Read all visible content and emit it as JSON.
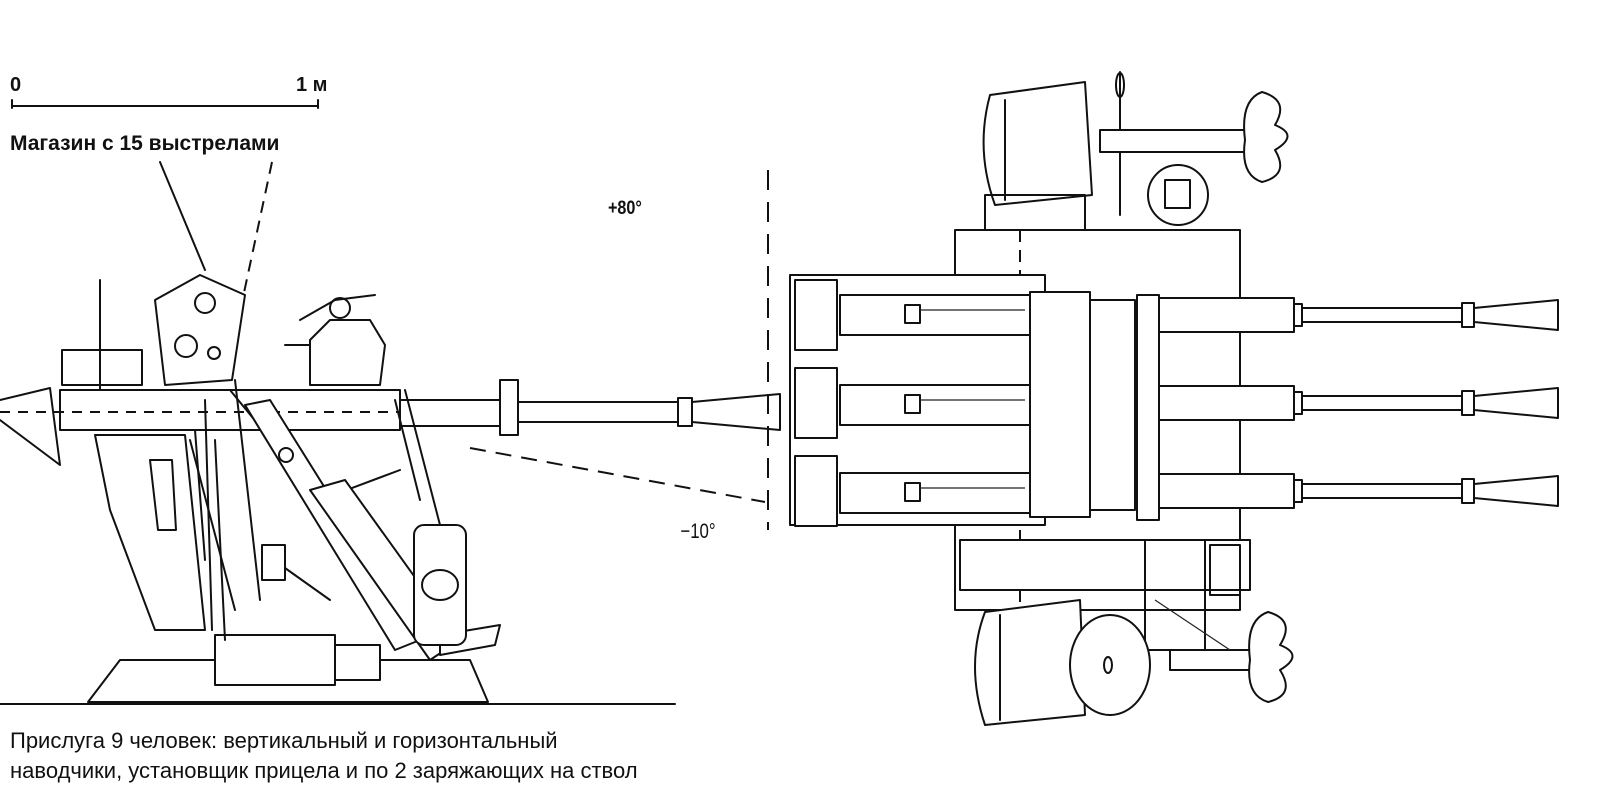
{
  "scale": {
    "zero": "0",
    "one": "1 м"
  },
  "magazine_label": "Магазин с 15 выстрелами",
  "elevation": {
    "max": "+80°",
    "min": "−10°"
  },
  "crew": {
    "line1": "Прислуга 9 человек: вертикальный и горизонтальный",
    "line2": "наводчики, установщик прицела и по 2 заряжающих на ствол"
  },
  "side_view": {
    "barrel_count_visible": 1
  },
  "top_view": {
    "barrel_count": 3
  }
}
